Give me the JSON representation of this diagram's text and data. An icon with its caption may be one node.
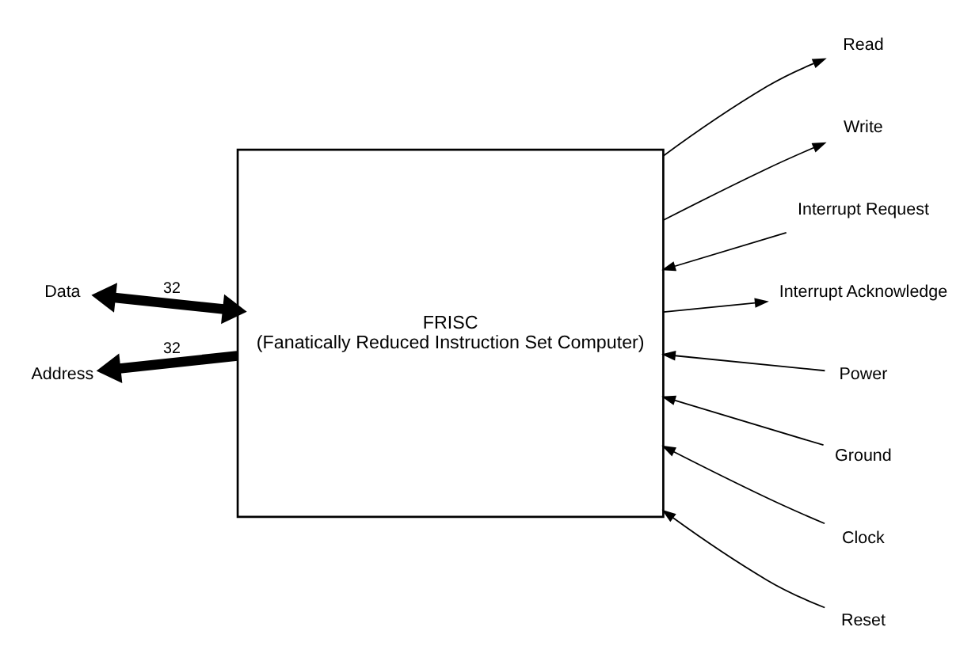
{
  "diagram": {
    "nodes": [
      {
        "text": [
          "FRISC",
          "(Fanatically Reduced Instruction Set Computer)"
        ]
      },
      {
        "text": [
          "Data"
        ]
      },
      {
        "text": [
          "Address"
        ]
      },
      {
        "text": [
          "Read"
        ]
      },
      {
        "text": [
          "Write"
        ]
      },
      {
        "text": [
          "Interrupt Request"
        ]
      },
      {
        "text": [
          "Interrupt Acknowledge"
        ]
      },
      {
        "text": [
          "Power"
        ]
      },
      {
        "text": [
          "Ground"
        ]
      },
      {
        "text": [
          "Clock"
        ]
      },
      {
        "text": [
          "Reset"
        ]
      }
    ],
    "edges": [
      {
        "from": 1,
        "to": 0,
        "arrow": "both",
        "style": "thick",
        "label": "32"
      },
      {
        "from": 0,
        "to": 2,
        "arrow": "to",
        "style": "thick",
        "label": "32"
      },
      {
        "from": 0,
        "to": 3,
        "arrow": "to"
      },
      {
        "from": 0,
        "to": 4,
        "arrow": "to"
      },
      {
        "from": 5,
        "to": 0,
        "arrow": "to"
      },
      {
        "from": 0,
        "to": 6,
        "arrow": "to"
      },
      {
        "from": 7,
        "to": 0,
        "arrow": "to"
      },
      {
        "from": 8,
        "to": 0,
        "arrow": "to"
      },
      {
        "from": 9,
        "to": 0,
        "arrow": "to"
      },
      {
        "from": 10,
        "to": 0,
        "arrow": "to"
      }
    ]
  }
}
